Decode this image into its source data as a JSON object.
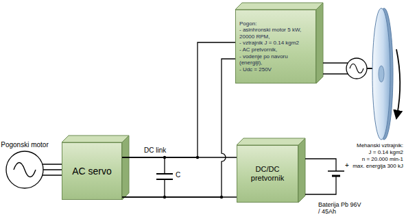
{
  "diagram": {
    "nodes": [
      {
        "text": [
          "Pogon:",
          "- asinhronski motor 5 kW, 20000 RPM,",
          "- vztrajnik J = 0.14 kgm2",
          "- AC pretvornik,",
          "- vodenje po navoru (energiji),",
          "- Udc = 250V"
        ]
      },
      {
        "text": [
          "Pogonski motor"
        ]
      },
      {
        "text": [
          "AC servo"
        ]
      },
      {
        "text": [
          "DC/DC pretvornik"
        ]
      }
    ],
    "edges": [
      {
        "from": 1,
        "to": 2,
        "arrow": "none"
      },
      {
        "from": 2,
        "to": 0,
        "arrow": "none"
      },
      {
        "from": 2,
        "to": 3,
        "arrow": "none"
      }
    ],
    "labels": [
      "DC link",
      "C",
      "Mehanski vztrajnik:",
      "J = 0.14 kgm2",
      "n = 20.000 min-1",
      "max. energija 300 kJ",
      "Baterija Pb 96V / 45Ah",
      "+"
    ]
  }
}
